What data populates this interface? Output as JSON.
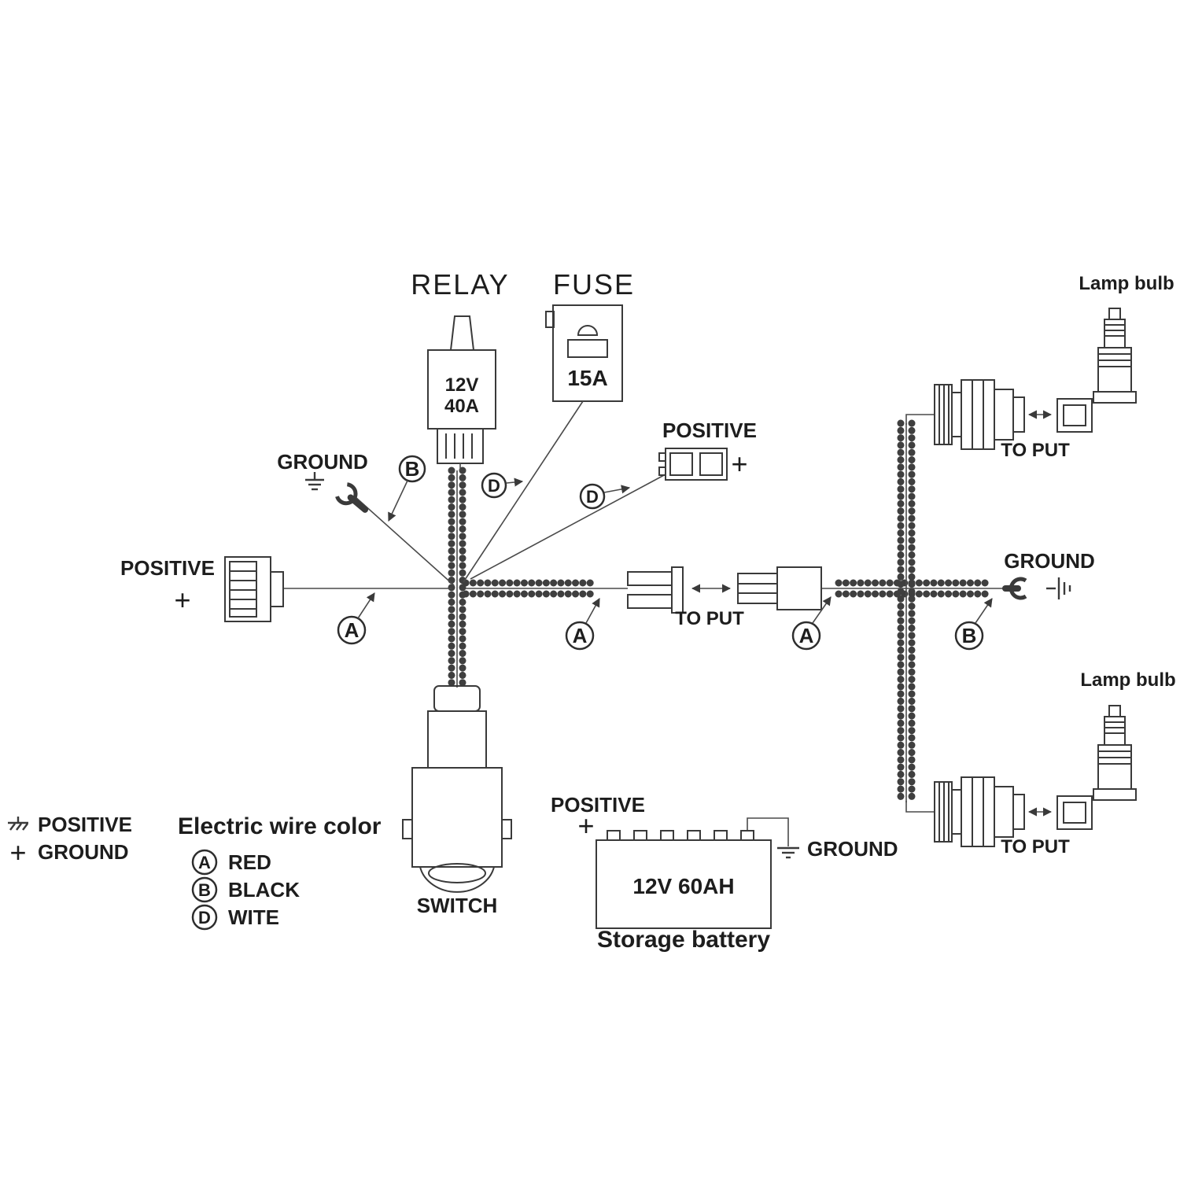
{
  "relay": {
    "title": "RELAY",
    "volts": "12V",
    "amps": "40A"
  },
  "fuse": {
    "title": "FUSE",
    "amps": "15A"
  },
  "battery": {
    "positive": "POSITIVE",
    "ground": "GROUND",
    "rating": "12V  60AH",
    "caption": "Storage battery"
  },
  "switch": {
    "label": "SWITCH"
  },
  "wires": {
    "a": "A",
    "b": "B",
    "d": "D"
  },
  "labels": {
    "ground_top": "GROUND",
    "positive_left": "POSITIVE",
    "positive_fuse": "POSITIVE",
    "ground_right": "GROUND",
    "to_put_mid": "TO PUT",
    "to_put_top": "TO PUT",
    "to_put_bottom": "TO PUT",
    "lamp_bulb_top": "Lamp bulb",
    "lamp_bulb_bottom": "Lamp bulb",
    "plus": "+"
  },
  "legend": {
    "positive": "POSITIVE",
    "ground": "GROUND",
    "title": "Electric wire color",
    "items": [
      {
        "tag": "A",
        "color": "RED"
      },
      {
        "tag": "B",
        "color": "BLACK"
      },
      {
        "tag": "D",
        "color": "WITE"
      }
    ]
  }
}
